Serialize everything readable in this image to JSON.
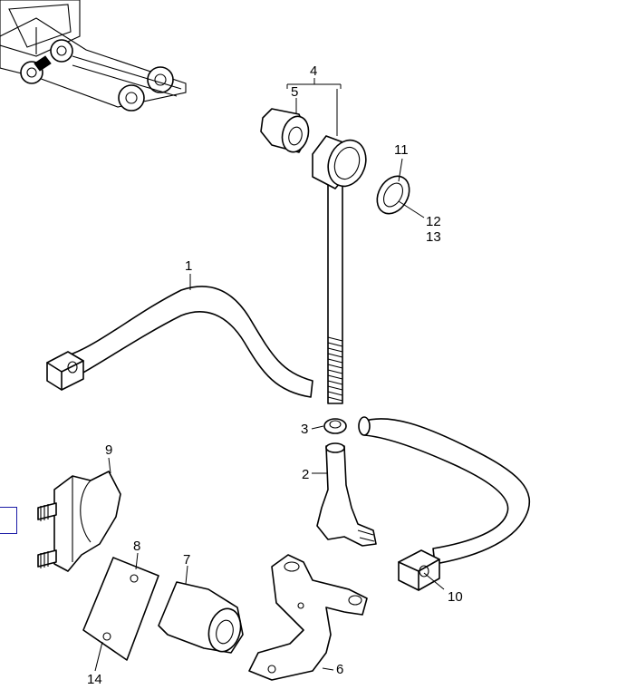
{
  "callouts": {
    "c1": "1",
    "c2": "2",
    "c3": "3",
    "c4": "4",
    "c5": "5",
    "c6": "6",
    "c7": "7",
    "c8": "8",
    "c9": "9",
    "c10": "10",
    "c11": "11",
    "c12": "12",
    "c13": "13",
    "c14": "14"
  },
  "colors": {
    "line": "#000000",
    "background": "#ffffff",
    "selection": "#1a1aa6"
  }
}
